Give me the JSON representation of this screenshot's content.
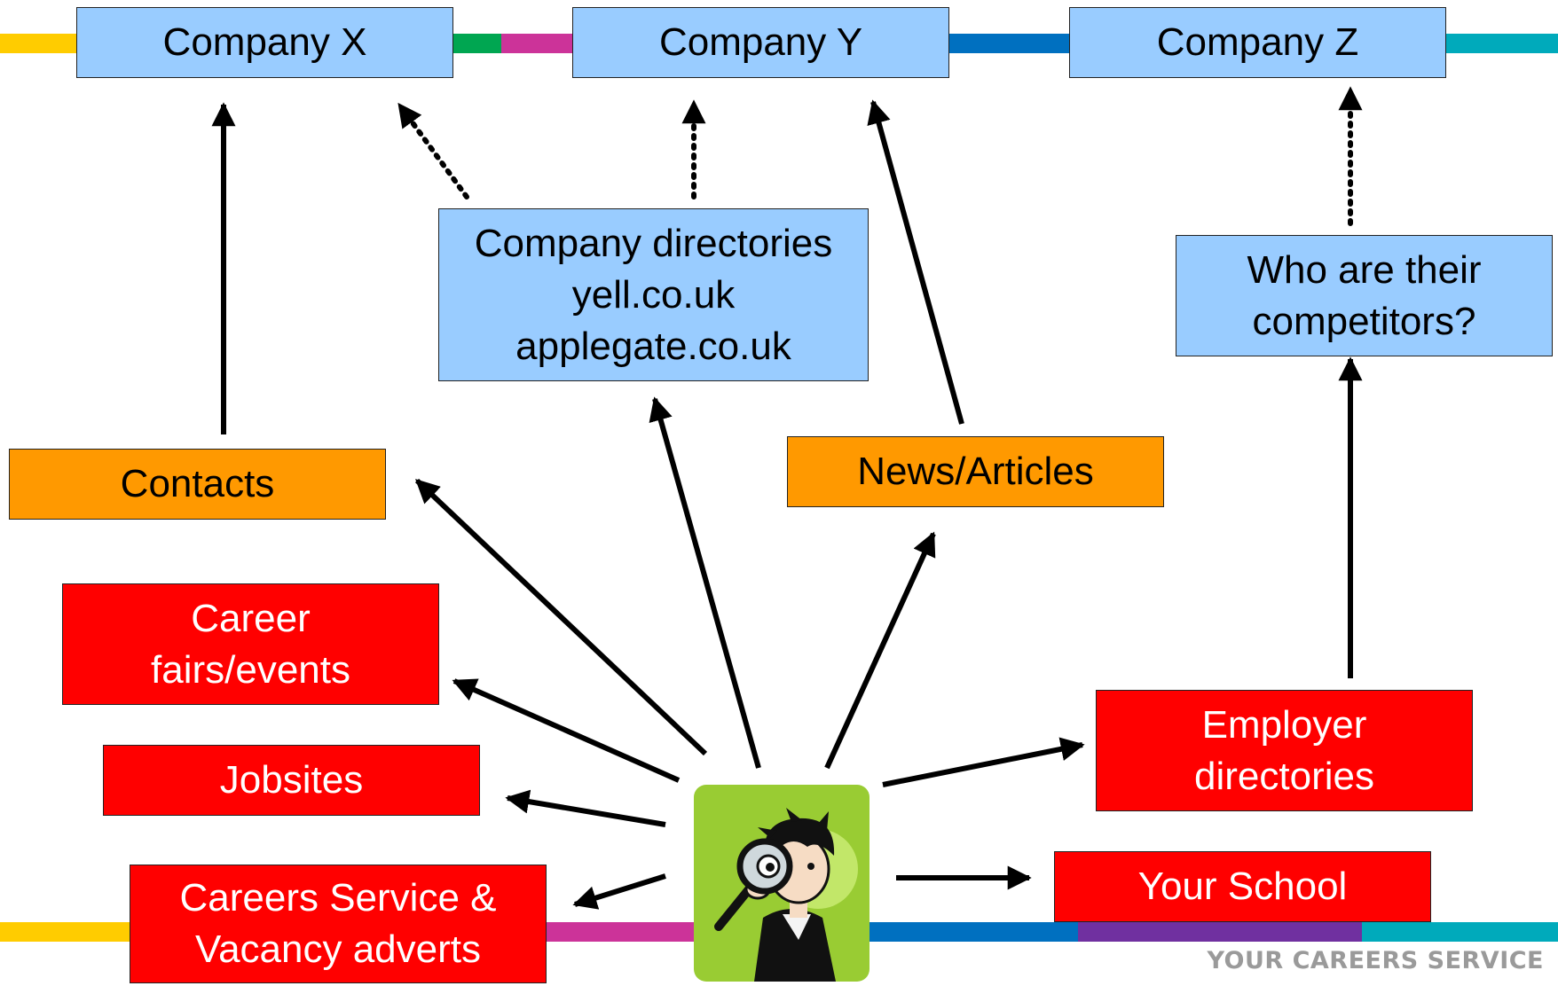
{
  "companies": {
    "x": "Company X",
    "y": "Company Y",
    "z": "Company Z"
  },
  "nodes": {
    "company_directories": "Company directories\nyell.co.uk\napplegate.co.uk",
    "competitors": "Who are their\ncompetitors?",
    "contacts": "Contacts",
    "news_articles": "News/Articles",
    "career_fairs": "Career\nfairs/events",
    "jobsites": "Jobsites",
    "careers_service": "Careers Service &\nVacancy adverts",
    "employer_directories": "Employer\ndirectories",
    "your_school": "Your School"
  },
  "brand": "YOUR CAREERS SERVICE",
  "icons": {
    "center": "detective-magnifying-glass-icon"
  },
  "colors": {
    "blue_box": "#99ccff",
    "orange_box": "#ff9900",
    "red_box": "#ff0000",
    "icon_bg": "#99cc33",
    "stripe_yellow": "#ffcc00",
    "stripe_green": "#00a651",
    "stripe_magenta": "#cc3399",
    "stripe_blue": "#0070c0",
    "stripe_teal": "#00aabb",
    "stripe_purple": "#7030a0"
  }
}
